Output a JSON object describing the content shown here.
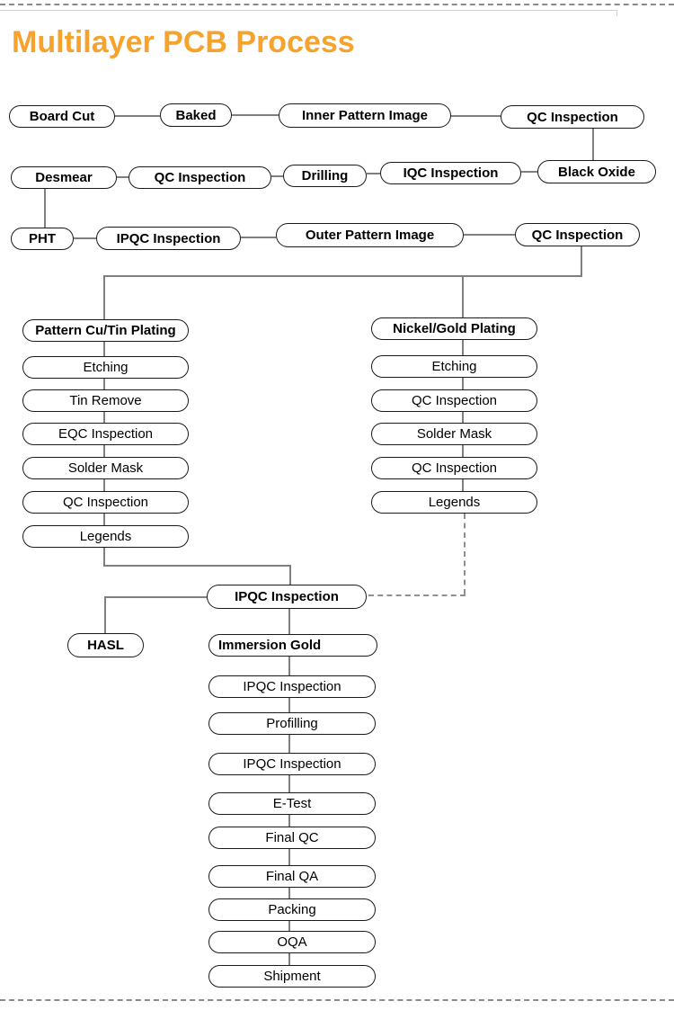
{
  "title": "Multilayer PCB Process",
  "colors": {
    "title_orange": "#F5A32C",
    "connector_gray": "#7F7F7F",
    "box_border": "#1A1A1A",
    "background": "#FFFFFF"
  },
  "nodes": {
    "boardCut": "Board Cut",
    "baked": "Baked",
    "innerPatternImage": "Inner Pattern Image",
    "qcInspection1": "QC Inspection",
    "desmear": "Desmear",
    "qcInspection2": "QC Inspection",
    "drilling": "Drilling",
    "iqcInspection": "IQC Inspection",
    "blackOxide": "Black Oxide",
    "pht": "PHT",
    "ipqcInspection1": "IPQC Inspection",
    "outerPatternImage": "Outer Pattern Image",
    "qcInspection3": "QC Inspection",
    "patternCuTinPlating": "Pattern Cu/Tin Plating",
    "etchingLeft": "Etching",
    "tinRemove": "Tin Remove",
    "eqcInspection": "EQC Inspection",
    "solderMaskLeft": "Solder Mask",
    "qcInspectionLeft": "QC Inspection",
    "legendsLeft": "Legends",
    "nickelGoldPlating": "Nickel/Gold Plating",
    "etchingRight": "Etching",
    "qcInspectionRight1": "QC Inspection",
    "solderMaskRight": "Solder Mask",
    "qcInspectionRight2": "QC Inspection",
    "legendsRight": "Legends",
    "ipqcInspection2": "IPQC Inspection",
    "hasl": "HASL",
    "immersionGold": "Immersion Gold",
    "ipqcInspection3": "IPQC Inspection",
    "profilling": "Profilling",
    "ipqcInspection4": "IPQC Inspection",
    "eTest": "E-Test",
    "finalQc": "Final QC",
    "finalQa": "Final QA",
    "packing": "Packing",
    "oqa": "OQA",
    "shipment": "Shipment"
  }
}
